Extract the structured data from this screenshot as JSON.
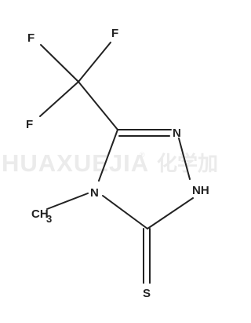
{
  "watermark": {
    "brand": "HUAXUEJIA",
    "registered_mark": "®",
    "chinese": "化学加"
  },
  "molecule": {
    "atoms": {
      "f_top": "F",
      "f_left": "F",
      "f_bottom": "F",
      "n_right": "N",
      "nh": "NH",
      "n_left": "N",
      "ch3_main": "CH",
      "ch3_sub": "3",
      "s": "S"
    }
  }
}
